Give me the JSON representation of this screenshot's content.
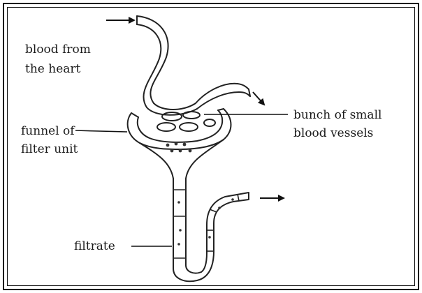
{
  "labels": {
    "blood_from_line1": "blood from",
    "blood_from_line2": "the heart",
    "bunch_line1": "bunch of small",
    "bunch_line2": "blood vessels",
    "funnel_line1": "funnel of",
    "funnel_line2": "filter unit",
    "filtrate": "filtrate"
  }
}
